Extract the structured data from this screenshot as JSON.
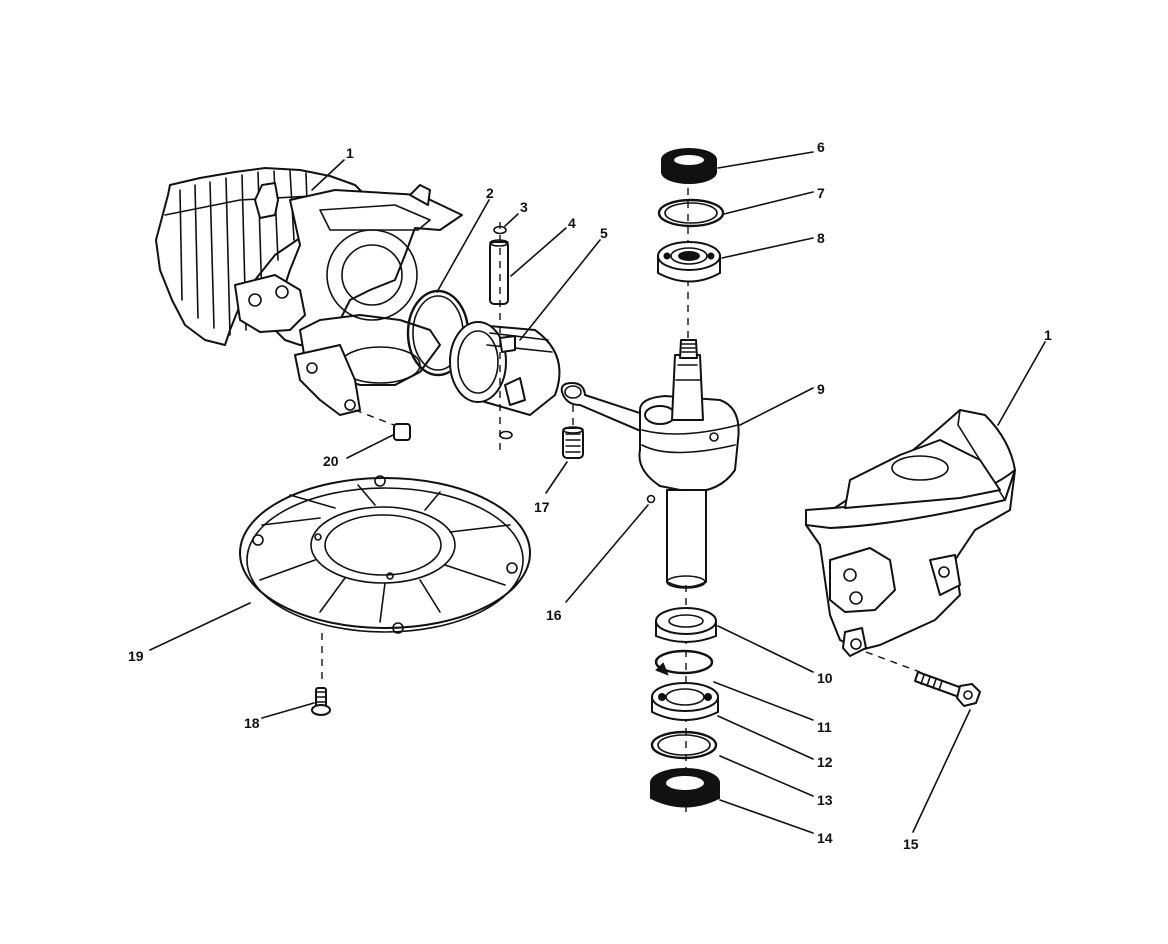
{
  "callouts": [
    "1",
    "2",
    "3",
    "4",
    "5",
    "6",
    "7",
    "8",
    "9",
    "1",
    "10",
    "11",
    "12",
    "13",
    "14",
    "15",
    "16",
    "17",
    "18",
    "19",
    "20"
  ]
}
